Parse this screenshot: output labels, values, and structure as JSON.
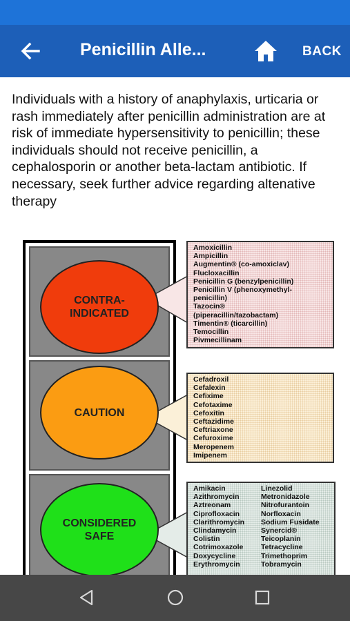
{
  "appbar": {
    "title": "Penicillin Alle...",
    "back_label": "BACK"
  },
  "intro": "Individuals with a history of anaphylaxis, urticaria or rash immediately after penicillin administration are at risk of immediate hypersensitivity to penicillin; these individuals should not receive penicillin, a cephalosporin or another beta-lactam antibiotic. If necessary, seek further advice regarding altenative therapy",
  "traffic_light": {
    "contraindicated": {
      "label_line1": "CONTRA-",
      "label_line2": "INDICATED",
      "color": "#f03c0c",
      "drugs": [
        "Amoxicillin",
        "Ampicillin",
        "Augmentin® (co-amoxiclav)",
        "Flucloxacillin",
        "Penicillin G (benzylpenicillin)",
        "Penicillin V (phenoxymethyl-",
        "penicillin)",
        "Tazocin®",
        "(piperacillin/tazobactam)",
        "Timentin® (ticarcillin)",
        "Temocillin",
        "Pivmecillinam"
      ]
    },
    "caution": {
      "label": "CAUTION",
      "color": "#fb9c12",
      "drugs": [
        "Cefadroxil",
        "Cefalexin",
        "Cefixime",
        "Cefotaxime",
        "Cefoxitin",
        "Ceftazidime",
        "Ceftriaxone",
        "Cefuroxime",
        "Meropenem",
        "Imipenem"
      ]
    },
    "safe": {
      "label_line1": "CONSIDERED",
      "label_line2": "SAFE",
      "color": "#1fe019",
      "drugs_col1": [
        "Amikacin",
        "Azithromycin",
        "Aztreonam",
        "Ciprofloxacin",
        "Clarithromycin",
        "Clindamycin",
        "Colistin",
        "Cotrimoxazole",
        "Doxycycline",
        "Erythromycin"
      ],
      "drugs_col2": [
        "Linezolid",
        "Metronidazole",
        "Nitrofurantoin",
        "Norfloxacin",
        "Sodium Fusidate",
        "Synercid®",
        "Teicoplanin",
        "Tetracycline",
        "Trimethoprim",
        "Tobramycin"
      ]
    }
  },
  "colors": {
    "status_bar": "#1e73d8",
    "app_bar": "#1d5fb8",
    "nav_bar": "#474747"
  },
  "icons": {
    "back": "arrow-left-icon",
    "home": "home-icon",
    "nav_back": "triangle-back-icon",
    "nav_home": "circle-home-icon",
    "nav_recent": "square-recent-icon"
  }
}
